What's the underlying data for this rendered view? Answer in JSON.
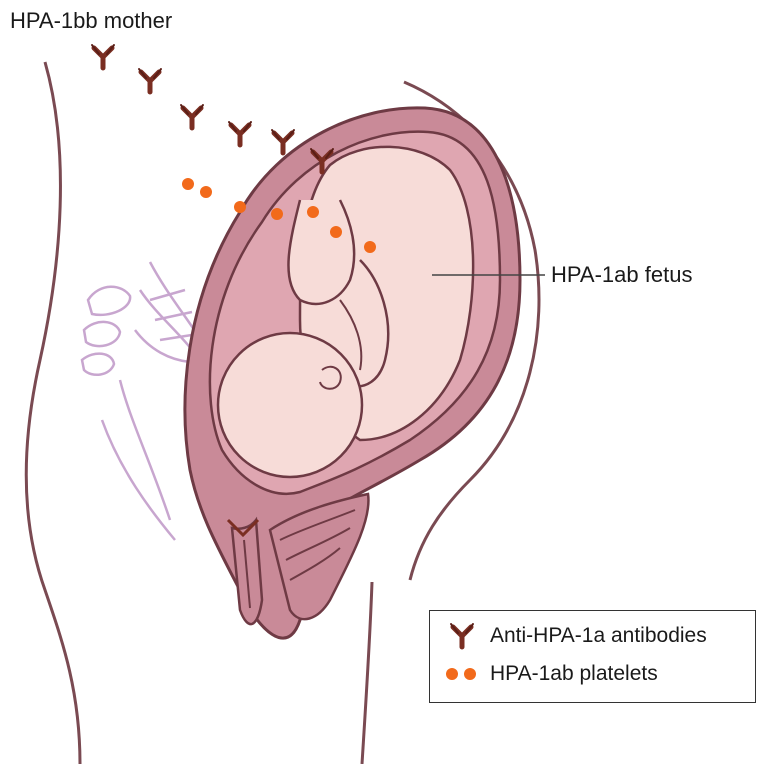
{
  "labels": {
    "mother": "HPA-1bb mother",
    "fetus": "HPA-1ab fetus"
  },
  "legend": {
    "antibodies": "Anti-HPA-1a antibodies",
    "platelets": "HPA-1ab platelets"
  },
  "colors": {
    "antibody": "#7a2e22",
    "platelet": "#f26a1b",
    "uterus_wall": "#c98a98",
    "amniotic": "#dfa6b1",
    "fetus_skin": "#f7dcd8",
    "outline": "#6e3a44",
    "bones": "#c8a6cf"
  },
  "antibody_count": 6,
  "platelet_count": 7
}
